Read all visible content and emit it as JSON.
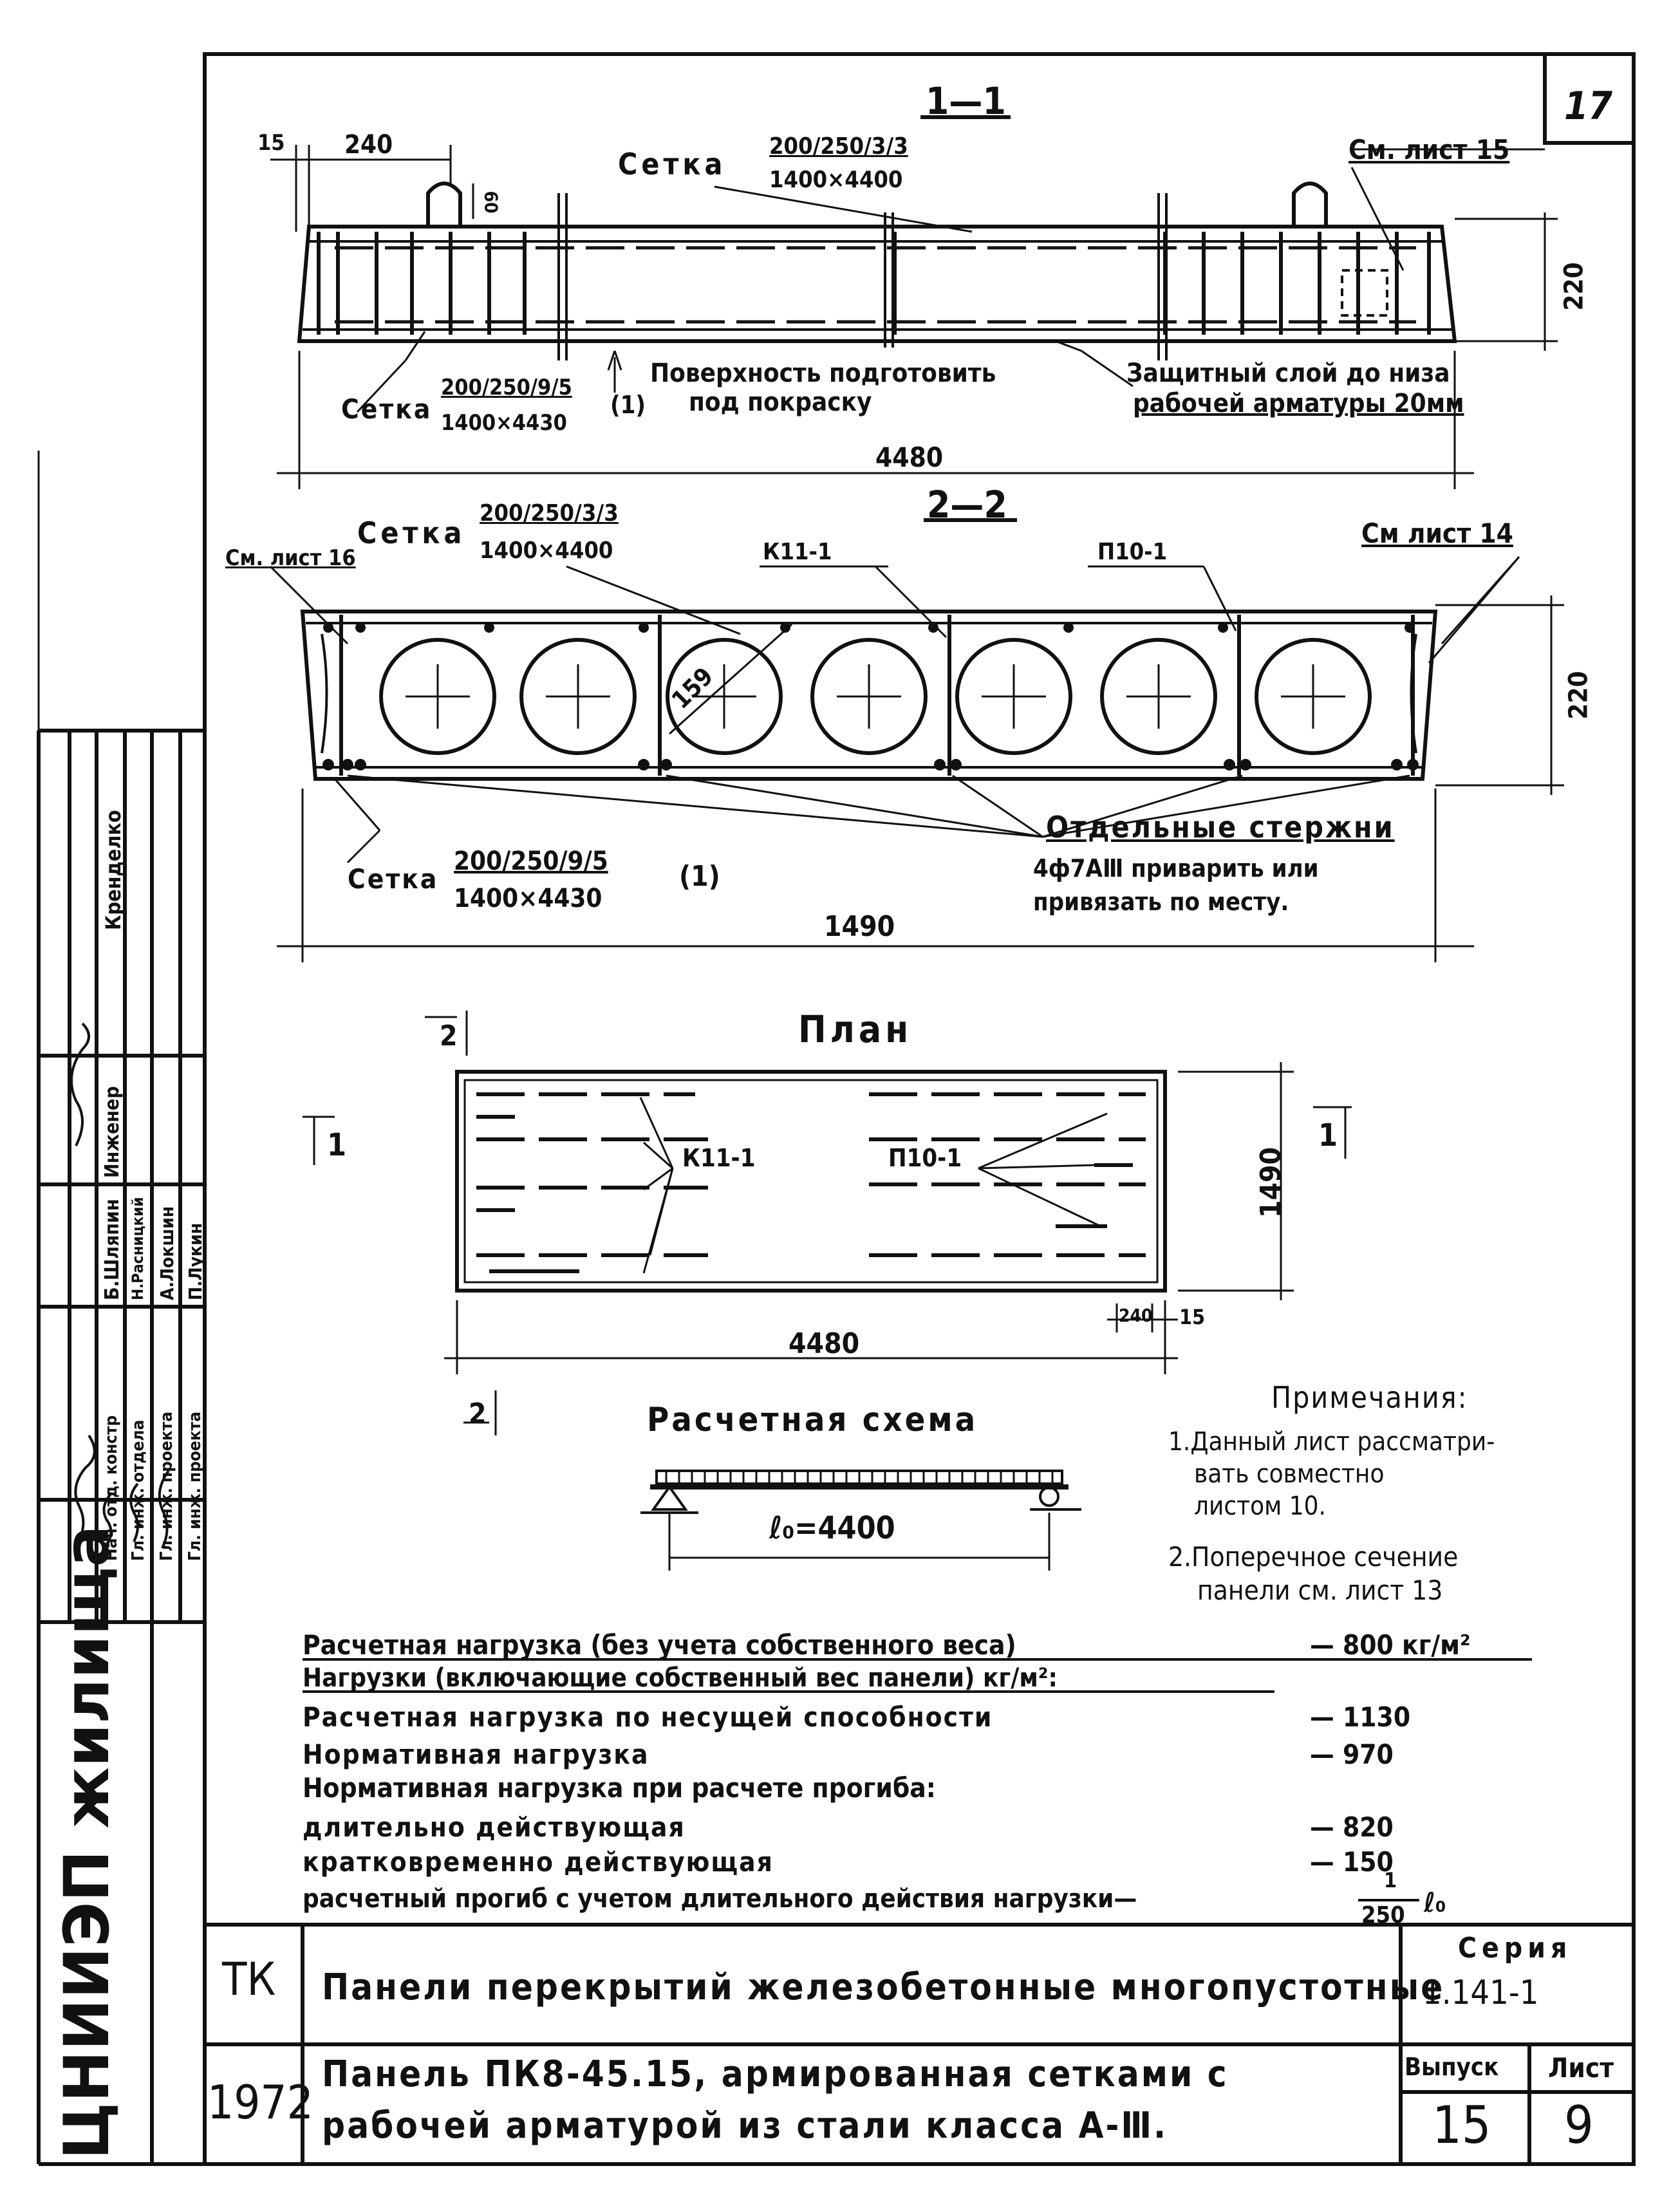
{
  "sheet_number": "17",
  "section_1": {
    "title": "1—1",
    "mesh_top_label": "Сетка",
    "mesh_top_num": "200/250/3/3",
    "mesh_top_den": "1400×4400",
    "see_sheet": "См. лист 15",
    "dim_15": "15",
    "dim_240": "240",
    "dim_60": "60",
    "dim_220": "220",
    "mesh_bottom_label": "Сетка",
    "mesh_bottom_num": "200/250/9/5",
    "mesh_bottom_den": "1400×4430",
    "mesh_bottom_mark": "(1)",
    "surface_note_1": "Поверхность подготовить",
    "surface_note_2": "под покраску",
    "cover_note_1": "Защитный слой до низа",
    "cover_note_2": "рабочей арматуры 20мм",
    "dim_4480": "4480"
  },
  "section_2": {
    "title": "2—2",
    "mesh_top_label": "Сетка",
    "mesh_top_num": "200/250/3/3",
    "mesh_top_den": "1400×4400",
    "see_sheet_left": "См. лист 16",
    "k_label": "К11-1",
    "p_label": "П10-1",
    "see_sheet_right": "См лист 14",
    "dim_159": "159",
    "dim_220": "220",
    "mesh_bottom_label": "Сетка",
    "mesh_bottom_num": "200/250/9/5",
    "mesh_bottom_den": "1400×4430",
    "mesh_bottom_mark": "(1)",
    "bars_note_1": "Отдельные стержни",
    "bars_note_2": "4ф7АⅢ приварить или",
    "bars_note_3": "привязать по месту.",
    "dim_1490": "1490"
  },
  "plan": {
    "title": "План",
    "mark_2": "2",
    "mark_1": "1",
    "k_label": "К11-1",
    "p_label": "П10-1",
    "dim_1490": "1490",
    "dim_240": "240",
    "dim_15": "15",
    "dim_4480": "4480"
  },
  "scheme": {
    "title": "Расчетная схема",
    "span": "ℓ₀=4400"
  },
  "notes": {
    "title": "Примечания:",
    "n1_a": "1.Данный лист рассматри-",
    "n1_b": "вать совместно",
    "n1_c": "листом 10.",
    "n2_a": "2.Поперечное сечение",
    "n2_b": "панели см. лист 13"
  },
  "loads": [
    {
      "text": "Расчетная нагрузка (без учета собственного веса)",
      "value": "— 800 кг/м²",
      "underline": true
    },
    {
      "text": "Нагрузки (включающие собственный вес панели) кг/м²:",
      "value": "",
      "underline": true
    },
    {
      "text": "Расчетная нагрузка по несущей способности",
      "value": "— 1130",
      "underline": false
    },
    {
      "text": "Нормативная нагрузка",
      "value": "— 970",
      "underline": false
    },
    {
      "text": "Нормативная нагрузка при расчете прогиба:",
      "value": "",
      "underline": false
    },
    {
      "text": "длительно действующая",
      "value": "— 820",
      "underline": false
    },
    {
      "text": "кратковременно действующая",
      "value": "— 150",
      "underline": false
    }
  ],
  "deflection": {
    "text": "расчетный прогиб с учетом длительного действия нагрузки—",
    "frac_num": "1",
    "frac_den": "250",
    "tail": "ℓ₀"
  },
  "side_stamp": {
    "org": "ЦНИИЭП жилища",
    "roles": [
      "Нач. отд. констр",
      "Гл. инж. отдела",
      "Гл. инж. проекта",
      "Гл. инж. проекта"
    ],
    "names": [
      "Б.Шляпин",
      "Н.Расницкий",
      "А.Локшин",
      "П.Лукин"
    ],
    "engineer_label": "Инженер",
    "engineer_name": "Кренделко"
  },
  "title_block": {
    "tk": "ТК",
    "row1": "Панели перекрытий железобетонные многопустотные",
    "series_label": "Серия",
    "series_value": "1.141-1",
    "year": "1972",
    "row2_a": "Панель ПК8-45.15, армированная сетками с",
    "row2_b": "рабочей арматурой из стали класса А-Ⅲ.",
    "vypusk_label": "Выпуск",
    "vypusk_value": "15",
    "list_label": "Лист",
    "list_value": "9"
  }
}
